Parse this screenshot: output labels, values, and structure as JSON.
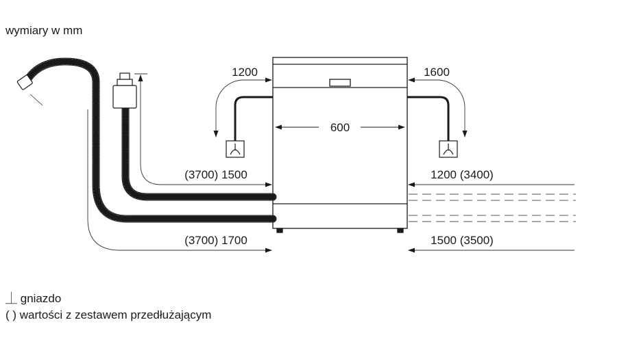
{
  "header": {
    "units_note": "wymiary w mm"
  },
  "dimensions": {
    "width": "600",
    "left_socket_reach": "1200",
    "right_socket_reach": "1600",
    "upper_left_hose": "(3700) 1500",
    "lower_left_hose": "(3700) 1700",
    "upper_right_hose": "1200 (3400)",
    "lower_right_hose": "1500 (3500)"
  },
  "legend": {
    "socket_symbol": "⏊",
    "socket_label": "gniazdo",
    "bracket_symbol": "( )",
    "bracket_label": "wartości z zestawem przedłużającym"
  },
  "colors": {
    "line": "#1a1a1a",
    "thin_line": "#333333",
    "dashed": "#555555"
  }
}
